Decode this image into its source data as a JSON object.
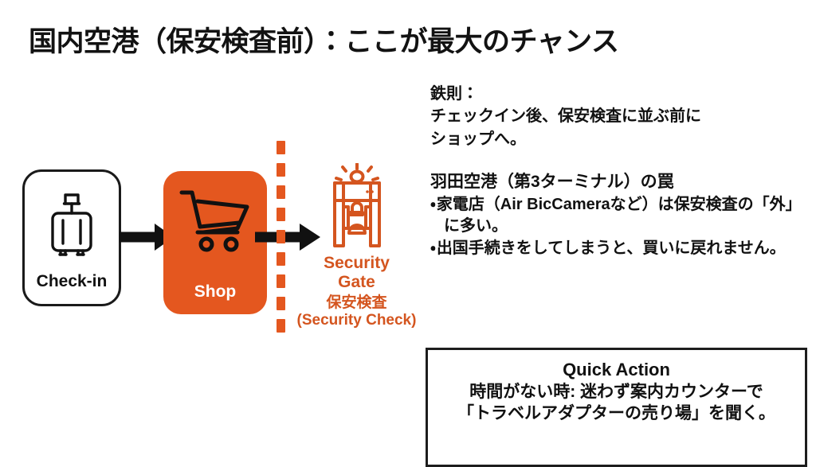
{
  "slide": {
    "title": "国内空港（保安検査前）：ここが最大のチャンス",
    "background_color": "#FFFFFF",
    "accent_color": "#E4571F",
    "text_color": "#111111"
  },
  "diagram": {
    "nodes": [
      {
        "id": "check-in",
        "label": "Check-in",
        "icon": "suitcase-icon",
        "style": "outline",
        "border_color": "#1A1A1A",
        "fill_color": "#FFFFFF",
        "label_color": "#111111"
      },
      {
        "id": "shop",
        "label": "Shop",
        "icon": "shopping-cart-icon",
        "style": "filled",
        "fill_color": "#E4571F",
        "label_color": "#FFFFFF"
      }
    ],
    "arrows": [
      {
        "id": "arrow-checkin-to-shop",
        "icon": "right-arrow-icon",
        "color": "#111111"
      },
      {
        "id": "arrow-shop-to-gate",
        "icon": "right-arrow-icon",
        "color": "#111111"
      }
    ],
    "divider": {
      "id": "security-boundary",
      "icon": "vertical-dashed-line-icon",
      "color": "#E4571F",
      "dash_count": 9
    },
    "gate": {
      "icon": "security-gate-icon",
      "icon_color": "#D4551F",
      "label_en_line1": "Security",
      "label_en_line2": "Gate",
      "label_jp": "保安検査",
      "label_jp_sub": "(Security Check)",
      "label_color": "#D4551F"
    }
  },
  "rule": {
    "lines": [
      "鉄則：",
      "チェックイン後、保安検査に並ぶ前に",
      "ショップへ。"
    ]
  },
  "trap": {
    "heading": "羽田空港（第3ターミナル）の罠",
    "bullet_glyph": "・",
    "items": [
      "家電店（Air BicCameraなど）は保安検査の「外」に多い。",
      "出国手続きをしてしまうと、買いに戻れません。"
    ]
  },
  "quick_action": {
    "title": "Quick Action",
    "line1": "時間がない時: 迷わず案内カウンターで",
    "line2": "「トラベルアダプターの売り場」を聞く。",
    "border_color": "#1D1D1D"
  }
}
